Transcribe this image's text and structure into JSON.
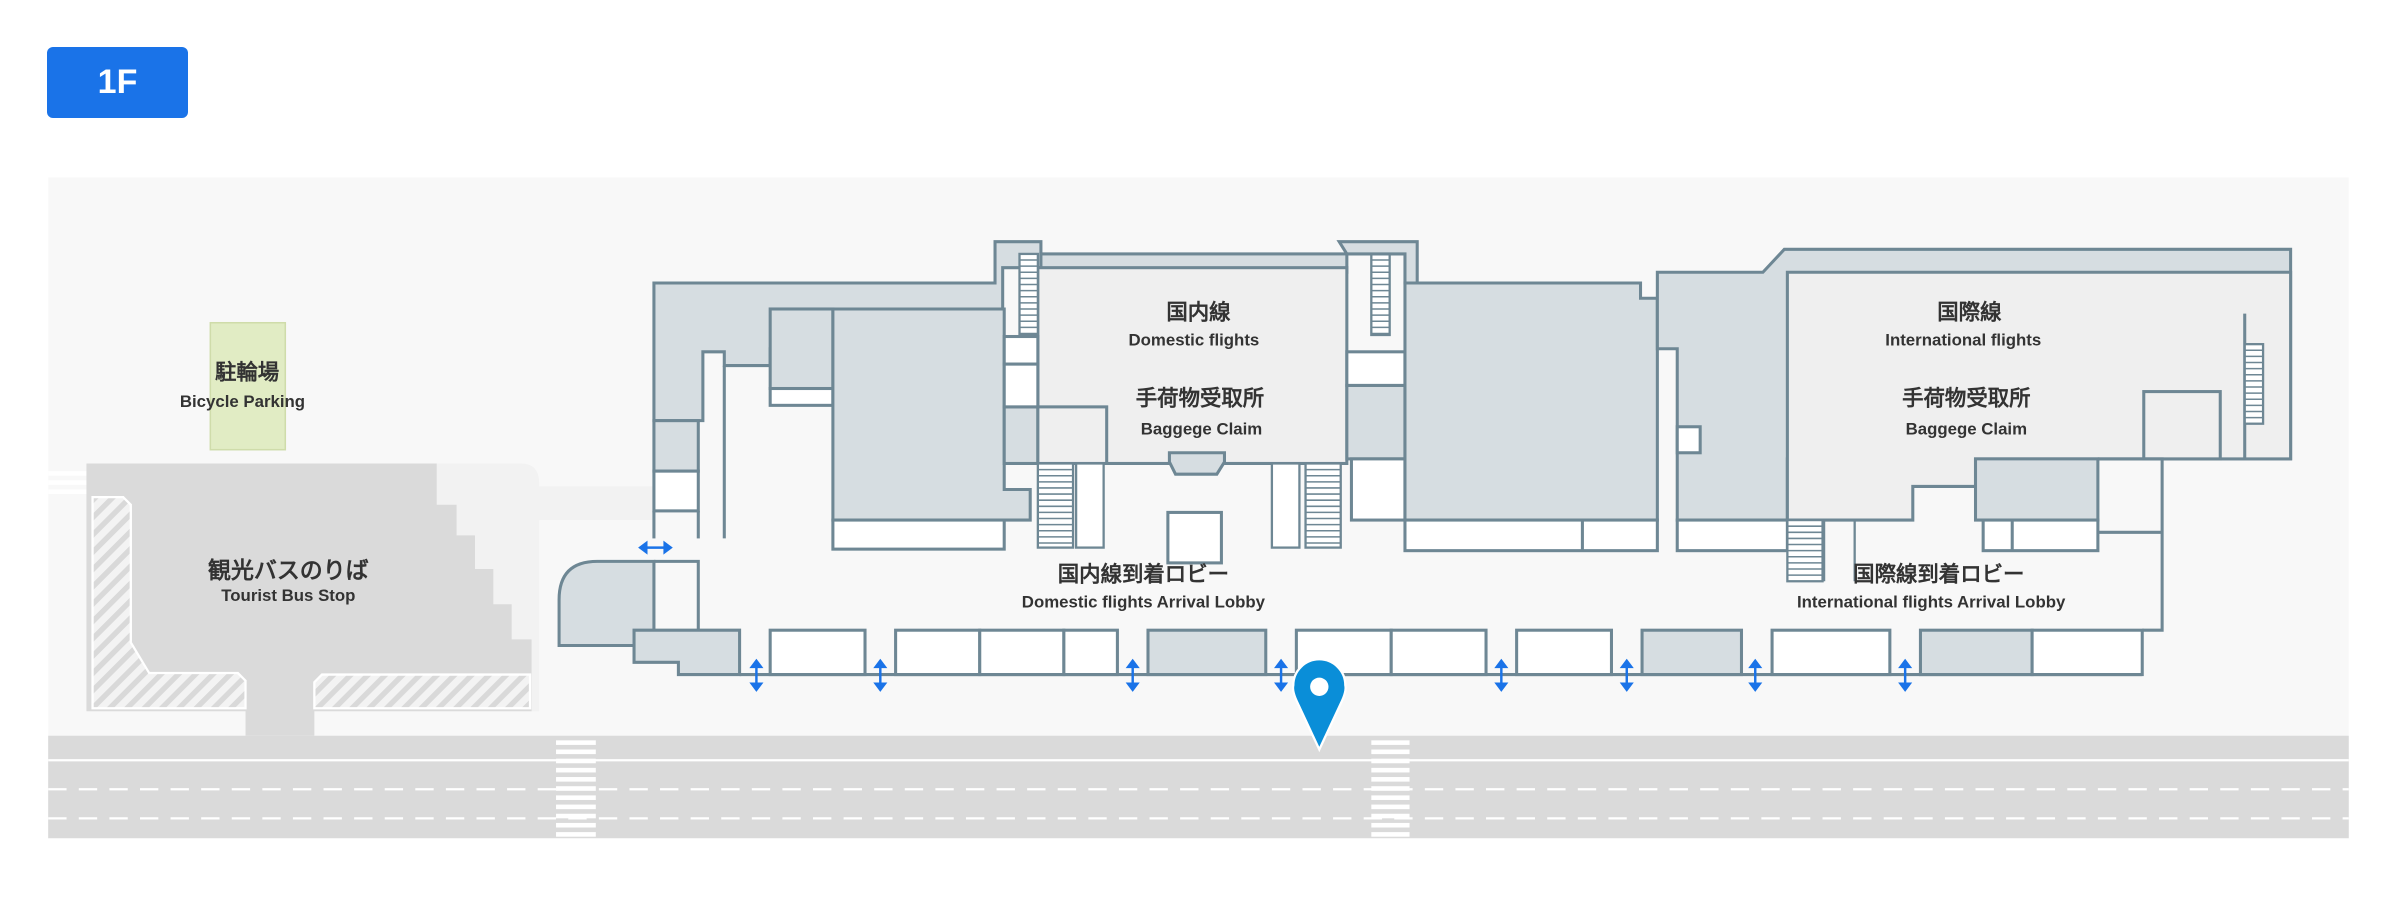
{
  "floor": {
    "label": "1F",
    "accent": "#1a73e8"
  },
  "map": {
    "areas": {
      "bicycle_parking": {
        "jp": "駐輪場",
        "en": "Bicycle Parking"
      },
      "tourist_bus_stop": {
        "jp": "観光バスのりば",
        "en": "Tourist Bus Stop"
      },
      "domestic_baggage": {
        "jp_line": "国内線",
        "en_line": "Domestic flights",
        "jp": "手荷物受取所",
        "en": "Baggege Claim"
      },
      "international_baggage": {
        "jp_line": "国際線",
        "en_line": "International flights",
        "jp": "手荷物受取所",
        "en": "Baggege Claim"
      },
      "domestic_lobby": {
        "jp": "国内線到着ロビー",
        "en": "Domestic flights Arrival Lobby"
      },
      "international_lobby": {
        "jp": "国際線到着ロビー",
        "en": "International  flights Arrival Lobby"
      }
    },
    "entrance_arrows_count": 8,
    "location_pin_color": "#0a8ed8"
  }
}
